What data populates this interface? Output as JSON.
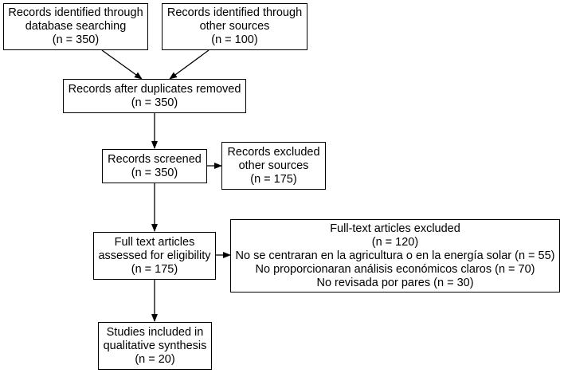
{
  "nodes": {
    "db_search": {
      "lines": [
        "Records identified through",
        "database searching",
        "(n = 350)"
      ]
    },
    "other_sources": {
      "lines": [
        "Records identified through",
        "other sources",
        "(n = 100)"
      ]
    },
    "dup_removed": {
      "lines": [
        "Records after duplicates removed",
        "(n = 350)"
      ]
    },
    "screened": {
      "lines": [
        "Records screened",
        "(n = 350)"
      ]
    },
    "excluded": {
      "lines": [
        "Records excluded",
        "other sources",
        "(n = 175)"
      ]
    },
    "eligibility": {
      "lines": [
        "Full text articles",
        "assessed for eligibility",
        "(n = 175)"
      ]
    },
    "ft_excluded": {
      "lines": [
        "Full-text articles excluded",
        "(n = 120)",
        "No se centraran en la agricultura o en la energía solar (n = 55)",
        "No proporcionaran análisis económicos claros (n = 70)",
        "No revisada por pares (n = 30)"
      ]
    },
    "included": {
      "lines": [
        "Studies included in",
        "qualitative synthesis",
        "(n = 20)"
      ]
    }
  }
}
